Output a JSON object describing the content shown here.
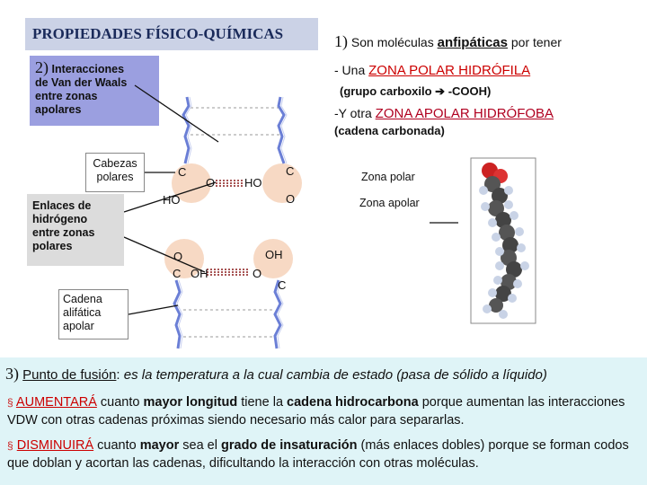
{
  "title": "PROPIEDADES FÍSICO-QUÍMICAS",
  "point1": {
    "num": "1)",
    "text_before": "Son moléculas",
    "keyword": "anfipáticas",
    "text_after": "por tener"
  },
  "polar": {
    "prefix": "- Una",
    "zone": "ZONA POLAR HIDRÓFILA",
    "detail_open": "(grupo carboxilo ",
    "arrow": "➔",
    "detail_close": " -COOH)"
  },
  "apolar": {
    "prefix": "-Y otra",
    "zone": "ZONA APOLAR HIDRÓFOBA",
    "detail": "(cadena carbonada)"
  },
  "point2": {
    "num": "2)",
    "line1": "Interacciones",
    "line2": "de Van der Waals",
    "line3": "entre zonas",
    "line4": "apolares"
  },
  "heads_label": {
    "line1": "Cabezas",
    "line2": "polares"
  },
  "hbond_label": {
    "line1": "Enlaces de",
    "line2": "hidrógeno",
    "line3": "entre zonas",
    "line4": "polares"
  },
  "chain_label": {
    "line1": "Cadena",
    "line2": "alifática",
    "line3": "apolar"
  },
  "diagram_atoms": {
    "c_top_left": "C",
    "o_top_left": "O",
    "ho_top_mid": "HO",
    "c_top_right": "C",
    "ho_left": "HO",
    "o_right": "O",
    "o_lower_left": "O",
    "oh_lower_right": "OH",
    "c_bottom_left": "C",
    "oh_bottom_left": "OH",
    "o_bottom_right": "O",
    "c_bottom_right": "C"
  },
  "zones": {
    "polar": "Zona polar",
    "apolar": "Zona apolar"
  },
  "point3": {
    "num": "3)",
    "term": "Punto de fusión",
    "colon": ":",
    "definition": " es la temperatura a la cual cambia de estado (pasa de sólido a líquido)"
  },
  "bullet1": {
    "marker": "§",
    "keyword": "AUMENTARÁ",
    "t1": " cuanto ",
    "b1": "mayor longitud",
    "t2": " tiene la ",
    "b2": "cadena hidrocarbona",
    "t3": " porque aumentan las interacciones VDW con otras cadenas próximas siendo necesario más calor para separarlas."
  },
  "bullet2": {
    "marker": "§",
    "keyword": "DISMINUIRÁ",
    "t1": " cuanto ",
    "b1": "mayor",
    "t2": " sea el ",
    "b2": "grado de insaturación",
    "t3": " (más enlaces dobles) porque se forman codos que doblan y acortan las cadenas, dificultando la interacción con otras moléculas."
  },
  "colors": {
    "title_bg": "#cbd2e6",
    "vdw_bg": "#9b9fe0",
    "hbond_bg": "#dcdcdc",
    "head_circle": "#f7d9c4",
    "bond_blue": "#6b7fd6",
    "bottom_bg": "#dff4f7",
    "accent_red": "#cc0000"
  }
}
